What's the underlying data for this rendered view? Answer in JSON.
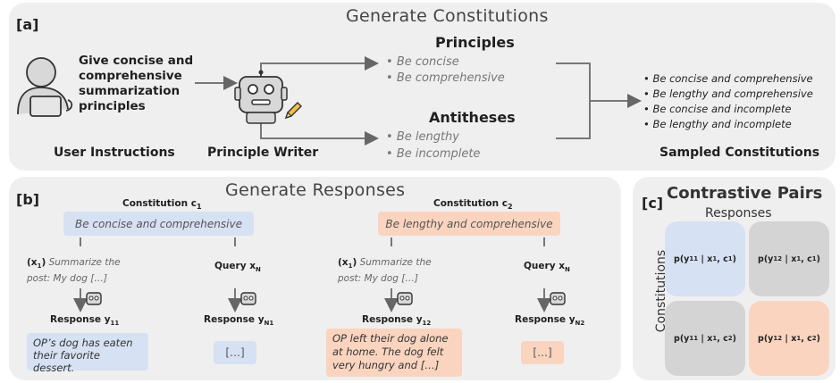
{
  "panel_a": {
    "tag": "[a]",
    "title": "Generate Constitutions",
    "user_instruction_text": [
      "Give concise and",
      "comprehensive",
      "summarization",
      "principles"
    ],
    "user_label": "User Instructions",
    "writer_label": "Principle Writer",
    "principles_heading": "Principles",
    "principles": [
      "Be concise",
      "Be comprehensive"
    ],
    "antitheses_heading": "Antitheses",
    "antitheses": [
      "Be lengthy",
      "Be incomplete"
    ],
    "sampled": [
      "Be concise and comprehensive",
      "Be lengthy and comprehensive",
      "Be concise and incomplete",
      "Be lengthy and incomplete"
    ],
    "sampled_label": "Sampled Constitutions"
  },
  "panel_b": {
    "tag": "[b]",
    "title": "Generate Responses",
    "c1_label": "Constitution c",
    "c1_sub": "1",
    "c1_text": "Be concise and comprehensive",
    "c2_label": "Constitution c",
    "c2_sub": "2",
    "c2_text": "Be lengthy and comprehensive",
    "x1_tag": "(x",
    "x1_sub": "1",
    "x1_close": ")",
    "x1_text_a": " Summarize the",
    "x1_text_b": "post: My dog […]",
    "query_label": "Query x",
    "query_sub": "N",
    "resp_label": "Response y",
    "r11_sub": "11",
    "rn1_sub": "N1",
    "r12_sub": "12",
    "rn2_sub": "N2",
    "r11_text": [
      "OP’s dog has eaten",
      "their favorite dessert."
    ],
    "r12_text": [
      "OP left their dog alone",
      "at home. The dog felt",
      "very hungry and […]"
    ],
    "ellipsis": "[…]"
  },
  "panel_c": {
    "tag": "[c]",
    "title": "Contrastive Pairs",
    "responses_label": "Responses",
    "constitutions_label": "Constitutions",
    "cells": [
      {
        "y": "11",
        "c": "1"
      },
      {
        "y": "12",
        "c": "1"
      },
      {
        "y": "11",
        "c": "2"
      },
      {
        "y": "12",
        "c": "2"
      }
    ]
  },
  "colors": {
    "blue": "#d6e1f3",
    "orange": "#fad4bf",
    "grey": "#d4d4d4",
    "panel": "#efefef"
  },
  "icons": [
    "user-icon",
    "robot-icon",
    "pencil-icon"
  ]
}
